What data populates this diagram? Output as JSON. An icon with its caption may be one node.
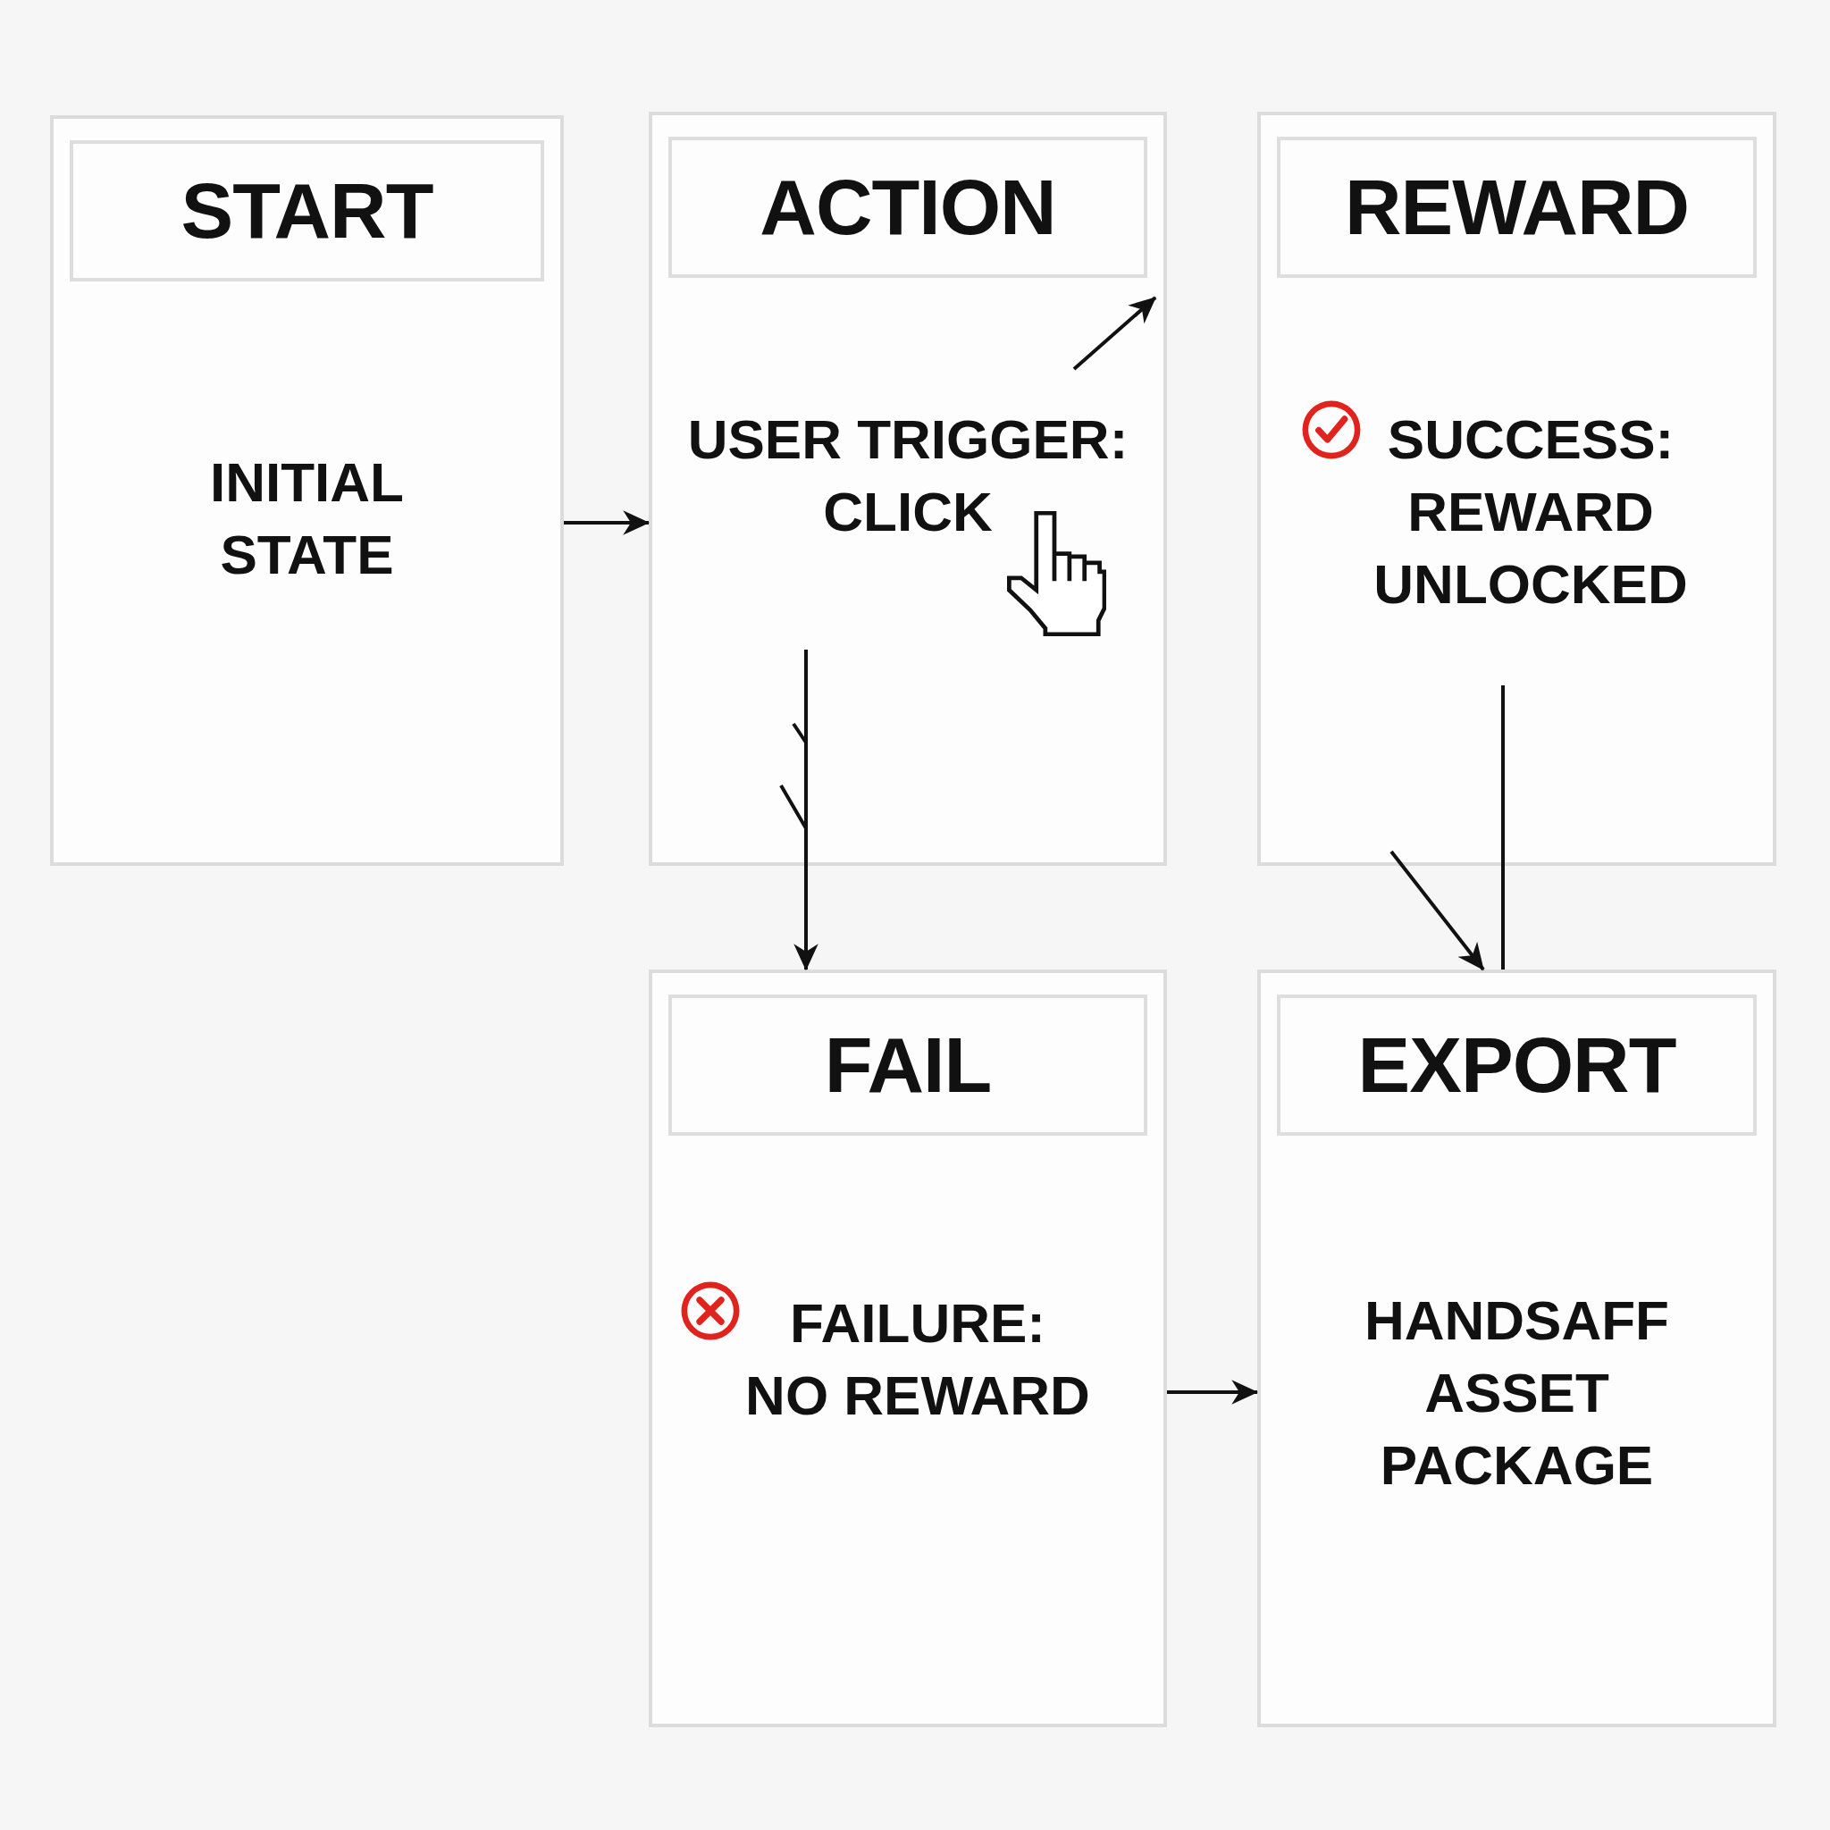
{
  "diagram": {
    "nodes": [
      {
        "text": [
          "INITIAL STATE"
        ]
      },
      {
        "text": [
          "START"
        ],
        "in": 0
      },
      {
        "text": [
          "USER TRIGGER: CLICK"
        ]
      },
      {
        "text": [
          "ACTION"
        ],
        "in": 2
      },
      {
        "text": [
          "SUCCESS: REWARD UNLOCKED"
        ]
      },
      {
        "text": [
          "REWARD"
        ],
        "in": 4
      },
      {
        "text": [
          "FAILURE: NO REWARD"
        ]
      },
      {
        "text": [
          "FAIL"
        ],
        "in": 6
      },
      {
        "text": [
          "HANDSAFF ASSET PACKAGE"
        ]
      },
      {
        "text": [
          "EXPORT"
        ],
        "in": 8
      }
    ],
    "edges": [
      {
        "from": 0,
        "to": 2,
        "arrow": "to"
      },
      {
        "from": null,
        "to": 2,
        "arrow": "to"
      },
      {
        "from": null,
        "to": 6,
        "arrow": "to"
      },
      {
        "from": null,
        "to": 8,
        "arrow": "none"
      },
      {
        "from": 4,
        "to": 8,
        "arrow": "to"
      },
      {
        "from": 6,
        "to": 8,
        "arrow": "to"
      }
    ]
  }
}
